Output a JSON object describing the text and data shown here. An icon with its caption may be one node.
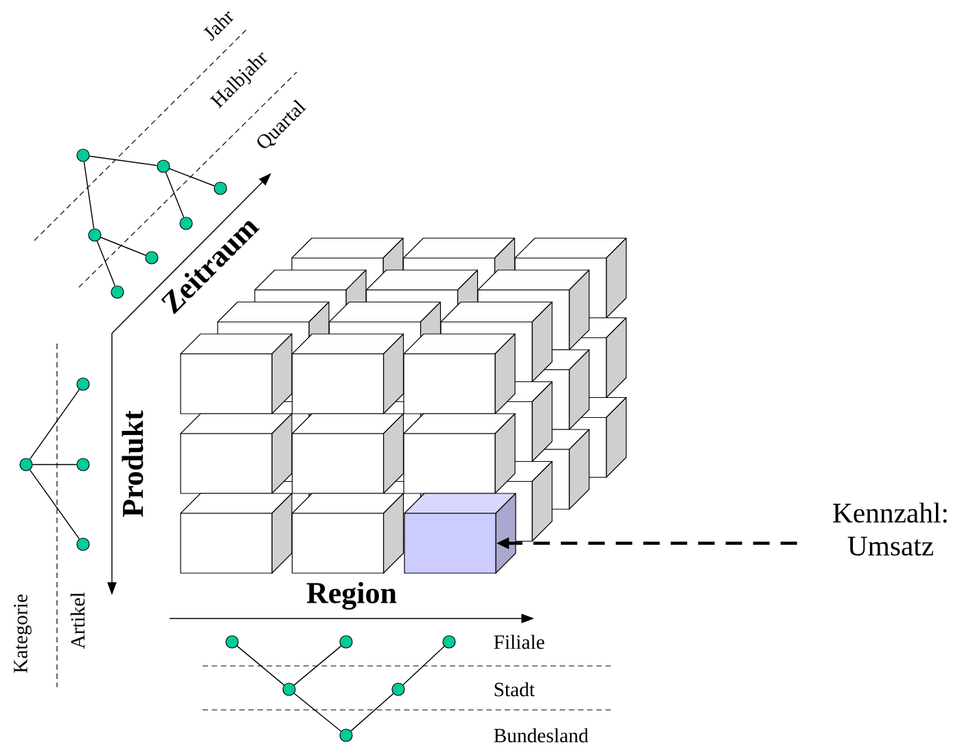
{
  "diagram": {
    "nodes": [
      {
        "text": [],
        "shape": "circle"
      },
      {
        "text": [],
        "shape": "circle"
      },
      {
        "text": [],
        "shape": "circle"
      },
      {
        "text": [],
        "shape": "circle"
      },
      {
        "text": [],
        "shape": "circle"
      },
      {
        "text": [],
        "shape": "circle"
      },
      {
        "text": [],
        "shape": "circle"
      },
      {
        "text": [],
        "shape": "circle"
      },
      {
        "text": [],
        "shape": "circle"
      },
      {
        "text": [],
        "shape": "circle"
      },
      {
        "text": [],
        "shape": "circle"
      },
      {
        "text": [],
        "shape": "circle"
      },
      {
        "text": [],
        "shape": "circle"
      },
      {
        "text": [],
        "shape": "circle"
      },
      {
        "text": [],
        "shape": "circle"
      },
      {
        "text": [],
        "shape": "circle"
      },
      {
        "text": [],
        "shape": "circle"
      },
      {
        "text": [],
        "shape": "box"
      },
      {
        "text": [
          "Kennzahl: Umsatz"
        ]
      }
    ],
    "edges": [
      {
        "from": 0,
        "to": 1,
        "arrow": "none"
      },
      {
        "from": 1,
        "to": 2,
        "arrow": "none"
      },
      {
        "from": 1,
        "to": 3,
        "arrow": "none"
      },
      {
        "from": 0,
        "to": 4,
        "arrow": "none"
      },
      {
        "from": 4,
        "to": 5,
        "arrow": "none"
      },
      {
        "from": 4,
        "to": 6,
        "arrow": "none"
      },
      {
        "from": 7,
        "to": 8,
        "arrow": "none"
      },
      {
        "from": 7,
        "to": 9,
        "arrow": "none"
      },
      {
        "from": 7,
        "to": 10,
        "arrow": "none"
      },
      {
        "from": 14,
        "to": 11,
        "arrow": "none"
      },
      {
        "from": 14,
        "to": 12,
        "arrow": "none"
      },
      {
        "from": 15,
        "to": 13,
        "arrow": "none"
      },
      {
        "from": 16,
        "to": 14,
        "arrow": "none"
      },
      {
        "from": 16,
        "to": 15,
        "arrow": "none"
      },
      {
        "from": 18,
        "to": 17,
        "arrow": "to",
        "style": "dashed"
      }
    ],
    "labels": [
      "Jahr",
      "Halbjahr",
      "Quartal",
      "Zeitraum",
      "Produkt",
      "Region",
      "Kategorie",
      "Artikel",
      "Filiale",
      "Stadt",
      "Bundesland"
    ]
  }
}
